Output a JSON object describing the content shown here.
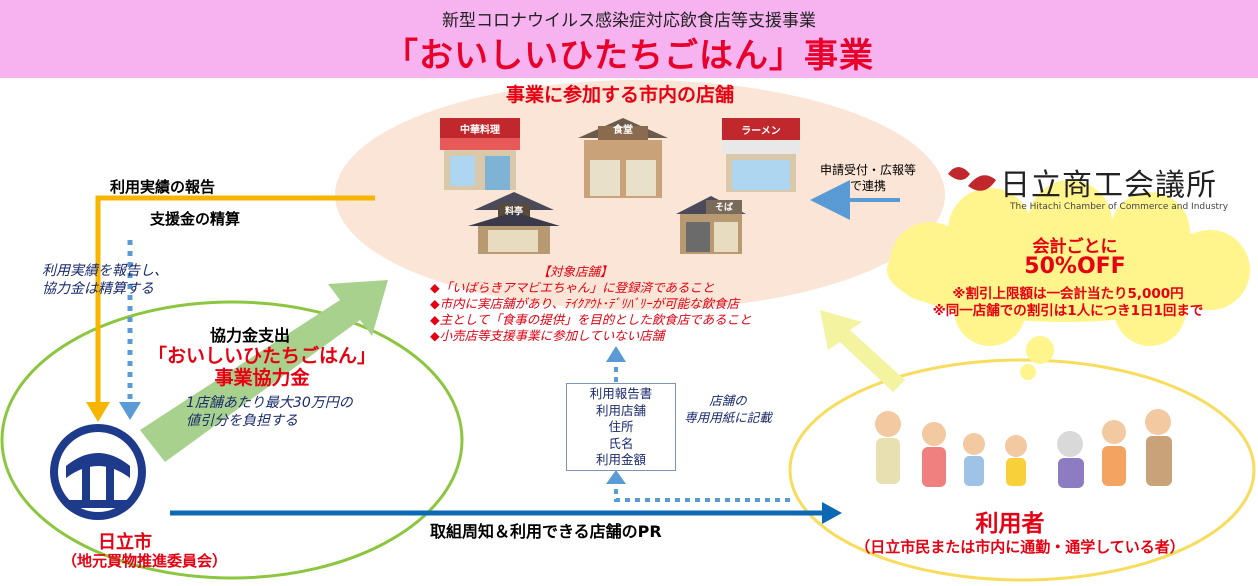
{
  "header": {
    "subtitle": "新型コロナウイルス感染症対応飲食店等支援事業",
    "title": "「おいしいひたちごはん」事業"
  },
  "stores": {
    "heading": "事業に参加する市内の店舗",
    "shop_signs": [
      "中華料理",
      "食堂",
      "ラーメン",
      "料亭",
      "そば"
    ],
    "target_title": "【対象店舗】",
    "target_items": [
      "◆「いばらきアマビエちゃん」に登録済であること",
      "◆市内に実店舗があり、ﾃｲｸｱｳﾄ･ﾃﾞﾘﾊﾞﾘｰが可能な飲食店",
      "◆主として「食事の提供」を目的とした飲食店であること",
      "◆小売店等支援事業に参加していない店舗"
    ]
  },
  "flows": {
    "report_label": "利用実績の報告",
    "settle_label": "支援金の精算",
    "report_note": [
      "利用実績を報告し、",
      "協力金は精算する"
    ],
    "coop_head": "協力金支出",
    "coop_name": [
      "「おいしいひたちごはん」",
      "事業協力金"
    ],
    "coop_note": [
      "1店舗あたり最大30万円の",
      "値引分を負担する"
    ],
    "pr_label": "取組周知＆利用できる店舗のPR",
    "form_items": [
      "利用報告書",
      "利用店舗",
      "住所",
      "氏名",
      "利用金額"
    ],
    "form_note": [
      "店舗の",
      "専用用紙に記載"
    ]
  },
  "city": {
    "name": "日立市",
    "sub": "（地元買物推進委員会）"
  },
  "chamber": {
    "link": [
      "申請受付・広報等",
      "で連携"
    ],
    "name": "日立商工会議所",
    "name_en": "The Hitachi Chamber of Commerce and Industry"
  },
  "discount": {
    "line1": "会計ごとに",
    "line2": "50%OFF",
    "notes": [
      "※割引上限額は一会計当たり5,000円",
      "※同一店舗での割引は1人につき1日1回まで"
    ]
  },
  "users": {
    "title": "利用者",
    "sub": "（日立市民または市内に通勤・通学している者）"
  },
  "colors": {
    "header_bg": "#f6b3ef",
    "title_red": "#e8002a",
    "orange_arrow": "#f8b500",
    "blue_arrow": "#0a68b5",
    "green_arrow": "#8cc63f",
    "yellow_circle": "#f8dc5e",
    "green_circle": "#8cc63f"
  }
}
